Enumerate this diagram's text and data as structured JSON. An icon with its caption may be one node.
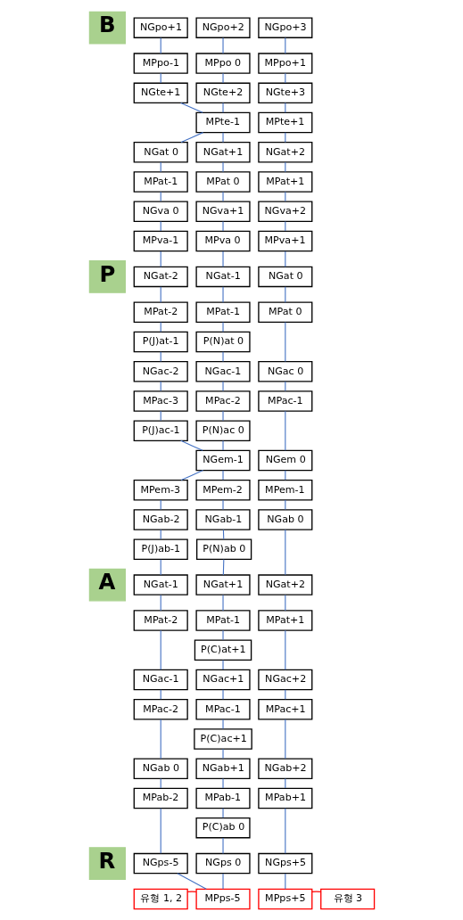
{
  "diagram": {
    "nodes": [
      {
        "text": [
          "B"
        ]
      },
      {
        "text": [
          "NGpo+1"
        ]
      },
      {
        "text": [
          "NGpo+2"
        ]
      },
      {
        "text": [
          "NGpo+3"
        ]
      },
      {
        "text": [
          "MPpo-1"
        ]
      },
      {
        "text": [
          "MPpo 0"
        ]
      },
      {
        "text": [
          "MPpo+1"
        ]
      },
      {
        "text": [
          "NGte+1"
        ]
      },
      {
        "text": [
          "NGte+2"
        ]
      },
      {
        "text": [
          "NGte+3"
        ]
      },
      {
        "text": [
          "MPte-1"
        ]
      },
      {
        "text": [
          "MPte+1"
        ]
      },
      {
        "text": [
          "NGat 0"
        ]
      },
      {
        "text": [
          "NGat+1"
        ]
      },
      {
        "text": [
          "NGat+2"
        ]
      },
      {
        "text": [
          "MPat-1"
        ]
      },
      {
        "text": [
          "MPat 0"
        ]
      },
      {
        "text": [
          "MPat+1"
        ]
      },
      {
        "text": [
          "NGva 0"
        ]
      },
      {
        "text": [
          "NGva+1"
        ]
      },
      {
        "text": [
          "NGva+2"
        ]
      },
      {
        "text": [
          "MPva-1"
        ]
      },
      {
        "text": [
          "MPva 0"
        ]
      },
      {
        "text": [
          "MPva+1"
        ]
      },
      {
        "text": [
          "P"
        ]
      },
      {
        "text": [
          "NGat-2"
        ]
      },
      {
        "text": [
          "NGat-1"
        ]
      },
      {
        "text": [
          "NGat 0"
        ]
      },
      {
        "text": [
          "MPat-2"
        ]
      },
      {
        "text": [
          "MPat-1"
        ]
      },
      {
        "text": [
          "MPat 0"
        ]
      },
      {
        "text": [
          "P(J)at-1"
        ]
      },
      {
        "text": [
          "P(N)at 0"
        ]
      },
      {
        "text": [
          "NGac-2"
        ]
      },
      {
        "text": [
          "NGac-1"
        ]
      },
      {
        "text": [
          "NGac 0"
        ]
      },
      {
        "text": [
          "MPac-3"
        ]
      },
      {
        "text": [
          "MPac-2"
        ]
      },
      {
        "text": [
          "MPac-1"
        ]
      },
      {
        "text": [
          "P(J)ac-1"
        ]
      },
      {
        "text": [
          "P(N)ac 0"
        ]
      },
      {
        "text": [
          "NGem-1"
        ]
      },
      {
        "text": [
          "NGem 0"
        ]
      },
      {
        "text": [
          "MPem-3"
        ]
      },
      {
        "text": [
          "MPem-2"
        ]
      },
      {
        "text": [
          "MPem-1"
        ]
      },
      {
        "text": [
          "NGab-2"
        ]
      },
      {
        "text": [
          "NGab-1"
        ]
      },
      {
        "text": [
          "NGab 0"
        ]
      },
      {
        "text": [
          "P(J)ab-1"
        ]
      },
      {
        "text": [
          "P(N)ab 0"
        ]
      },
      {
        "text": [
          "A"
        ]
      },
      {
        "text": [
          "NGat-1"
        ]
      },
      {
        "text": [
          "NGat+1"
        ]
      },
      {
        "text": [
          "NGat+2"
        ]
      },
      {
        "text": [
          "MPat-2"
        ]
      },
      {
        "text": [
          "MPat-1"
        ]
      },
      {
        "text": [
          "MPat+1"
        ]
      },
      {
        "text": [
          "P(C)at+1"
        ]
      },
      {
        "text": [
          "NGac-1"
        ]
      },
      {
        "text": [
          "NGac+1"
        ]
      },
      {
        "text": [
          "NGac+2"
        ]
      },
      {
        "text": [
          "MPac-2"
        ]
      },
      {
        "text": [
          "MPac-1"
        ]
      },
      {
        "text": [
          "MPac+1"
        ]
      },
      {
        "text": [
          "P(C)ac+1"
        ]
      },
      {
        "text": [
          "NGab 0"
        ]
      },
      {
        "text": [
          "NGab+1"
        ]
      },
      {
        "text": [
          "NGab+2"
        ]
      },
      {
        "text": [
          "MPab-2"
        ]
      },
      {
        "text": [
          "MPab-1"
        ]
      },
      {
        "text": [
          "MPab+1"
        ]
      },
      {
        "text": [
          "P(C)ab 0"
        ]
      },
      {
        "text": [
          "R"
        ]
      },
      {
        "text": [
          "NGps-5"
        ]
      },
      {
        "text": [
          "NGps 0"
        ]
      },
      {
        "text": [
          "NGps+5"
        ]
      },
      {
        "text": [
          "MPps-5"
        ]
      },
      {
        "text": [
          "MPps+5"
        ]
      },
      {
        "text": [
          "유형 1, 2"
        ]
      },
      {
        "text": [
          "유형 3"
        ]
      }
    ],
    "edges": [
      {
        "from": 1,
        "to": 4,
        "arrow": "none"
      },
      {
        "from": 2,
        "to": 5,
        "arrow": "none"
      },
      {
        "from": 3,
        "to": 6,
        "arrow": "none"
      },
      {
        "from": 4,
        "to": 7,
        "arrow": "none"
      },
      {
        "from": 5,
        "to": 8,
        "arrow": "none"
      },
      {
        "from": 6,
        "to": 9,
        "arrow": "none"
      },
      {
        "from": 7,
        "to": 10,
        "arrow": "none"
      },
      {
        "from": 8,
        "to": 10,
        "arrow": "none"
      },
      {
        "from": 9,
        "to": 11,
        "arrow": "none"
      },
      {
        "from": 10,
        "to": 12,
        "arrow": "none"
      },
      {
        "from": 10,
        "to": 13,
        "arrow": "none"
      },
      {
        "from": 11,
        "to": 14,
        "arrow": "none"
      },
      {
        "from": 12,
        "to": 15,
        "arrow": "none"
      },
      {
        "from": 13,
        "to": 16,
        "arrow": "none"
      },
      {
        "from": 14,
        "to": 17,
        "arrow": "none"
      },
      {
        "from": 15,
        "to": 18,
        "arrow": "none"
      },
      {
        "from": 16,
        "to": 19,
        "arrow": "none"
      },
      {
        "from": 17,
        "to": 20,
        "arrow": "none"
      },
      {
        "from": 18,
        "to": 21,
        "arrow": "none"
      },
      {
        "from": 19,
        "to": 22,
        "arrow": "none"
      },
      {
        "from": 20,
        "to": 23,
        "arrow": "none"
      },
      {
        "from": 21,
        "to": 25,
        "arrow": "none"
      },
      {
        "from": 22,
        "to": 26,
        "arrow": "none"
      },
      {
        "from": 23,
        "to": 27,
        "arrow": "none"
      },
      {
        "from": 25,
        "to": 28,
        "arrow": "none"
      },
      {
        "from": 26,
        "to": 29,
        "arrow": "none"
      },
      {
        "from": 27,
        "to": 30,
        "arrow": "none"
      },
      {
        "from": 28,
        "to": 31,
        "arrow": "none"
      },
      {
        "from": 29,
        "to": 32,
        "arrow": "none"
      },
      {
        "from": 31,
        "to": 33,
        "arrow": "none"
      },
      {
        "from": 32,
        "to": 34,
        "arrow": "none"
      },
      {
        "from": 30,
        "to": 35,
        "arrow": "none"
      },
      {
        "from": 33,
        "to": 36,
        "arrow": "none"
      },
      {
        "from": 34,
        "to": 37,
        "arrow": "none"
      },
      {
        "from": 35,
        "to": 38,
        "arrow": "none"
      },
      {
        "from": 36,
        "to": 39,
        "arrow": "none"
      },
      {
        "from": 37,
        "to": 40,
        "arrow": "none"
      },
      {
        "from": 39,
        "to": 41,
        "arrow": "none"
      },
      {
        "from": 40,
        "to": 41,
        "arrow": "none"
      },
      {
        "from": 38,
        "to": 42,
        "arrow": "none"
      },
      {
        "from": 41,
        "to": 43,
        "arrow": "none"
      },
      {
        "from": 41,
        "to": 44,
        "arrow": "none"
      },
      {
        "from": 42,
        "to": 45,
        "arrow": "none"
      },
      {
        "from": 43,
        "to": 46,
        "arrow": "none"
      },
      {
        "from": 44,
        "to": 47,
        "arrow": "none"
      },
      {
        "from": 45,
        "to": 48,
        "arrow": "none"
      },
      {
        "from": 46,
        "to": 49,
        "arrow": "none"
      },
      {
        "from": 47,
        "to": 50,
        "arrow": "none"
      },
      {
        "from": 49,
        "to": 52,
        "arrow": "none"
      },
      {
        "from": 50,
        "to": 53,
        "arrow": "none"
      },
      {
        "from": 48,
        "to": 54,
        "arrow": "none"
      },
      {
        "from": 52,
        "to": 55,
        "arrow": "none"
      },
      {
        "from": 53,
        "to": 56,
        "arrow": "none"
      },
      {
        "from": 54,
        "to": 57,
        "arrow": "none"
      },
      {
        "from": 56,
        "to": 58,
        "arrow": "none"
      },
      {
        "from": 55,
        "to": 59,
        "arrow": "none"
      },
      {
        "from": 58,
        "to": 60,
        "arrow": "none"
      },
      {
        "from": 57,
        "to": 61,
        "arrow": "none"
      },
      {
        "from": 59,
        "to": 62,
        "arrow": "none"
      },
      {
        "from": 60,
        "to": 63,
        "arrow": "none"
      },
      {
        "from": 61,
        "to": 64,
        "arrow": "none"
      },
      {
        "from": 63,
        "to": 65,
        "arrow": "none"
      },
      {
        "from": 62,
        "to": 66,
        "arrow": "none"
      },
      {
        "from": 65,
        "to": 67,
        "arrow": "none"
      },
      {
        "from": 64,
        "to": 68,
        "arrow": "none"
      },
      {
        "from": 66,
        "to": 69,
        "arrow": "none"
      },
      {
        "from": 67,
        "to": 70,
        "arrow": "none"
      },
      {
        "from": 68,
        "to": 71,
        "arrow": "none"
      },
      {
        "from": 70,
        "to": 72,
        "arrow": "none"
      },
      {
        "from": 69,
        "to": 74,
        "arrow": "none"
      },
      {
        "from": 72,
        "to": 75,
        "arrow": "none"
      },
      {
        "from": 71,
        "to": 76,
        "arrow": "none"
      },
      {
        "from": 74,
        "to": 77,
        "arrow": "none"
      },
      {
        "from": 75,
        "to": 77,
        "arrow": "none"
      },
      {
        "from": 76,
        "to": 78,
        "arrow": "none"
      },
      {
        "from": 79,
        "to": 77,
        "arrow": "none",
        "color": "#ff0000"
      },
      {
        "from": 80,
        "to": 78,
        "arrow": "none",
        "color": "#ff0000"
      }
    ]
  }
}
